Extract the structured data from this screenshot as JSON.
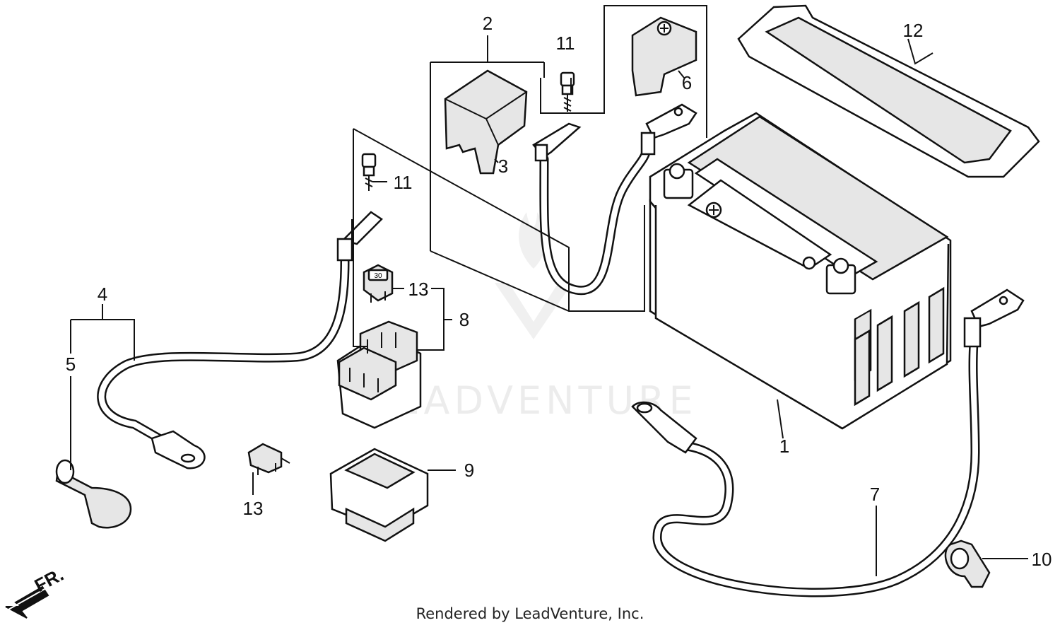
{
  "callouts": {
    "c1": "1",
    "c2": "2",
    "c3": "3",
    "c4": "4",
    "c5": "5",
    "c6": "6",
    "c7": "7",
    "c8": "8",
    "c9": "9",
    "c10": "10",
    "c11a": "11",
    "c11b": "11",
    "c12": "12",
    "c13a": "13",
    "c13b": "13"
  },
  "fuse_rating": "30",
  "watermark": "LEADVENTURE",
  "front_label": "FR.",
  "footer": "Rendered by LeadVenture, Inc."
}
